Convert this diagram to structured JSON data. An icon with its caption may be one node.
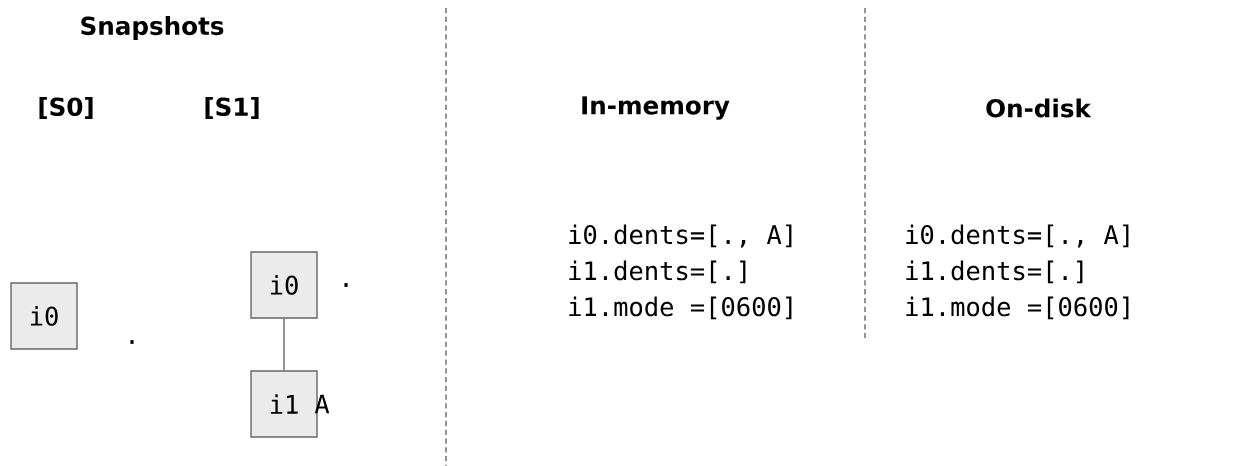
{
  "diagram": {
    "nodes": [
      {
        "text": [
          "i0"
        ],
        "beside": [
          "."
        ]
      },
      {
        "text": [
          "i0"
        ],
        "beside": [
          "."
        ]
      },
      {
        "text": [
          "i1"
        ],
        "beside": [
          "A"
        ]
      }
    ],
    "edges": [
      {
        "from": 1,
        "to": 2,
        "arrow": "none"
      }
    ],
    "labels": [
      "Snapshots",
      "[S0]",
      "[S1]",
      "In-memory",
      "On-disk",
      "i0.dents=[., A]",
      "i1.dents=[.]",
      "i1.mode =[0600]",
      "i0.dents=[., A]",
      "i1.dents=[.]",
      "i1.mode =[0600]"
    ]
  }
}
